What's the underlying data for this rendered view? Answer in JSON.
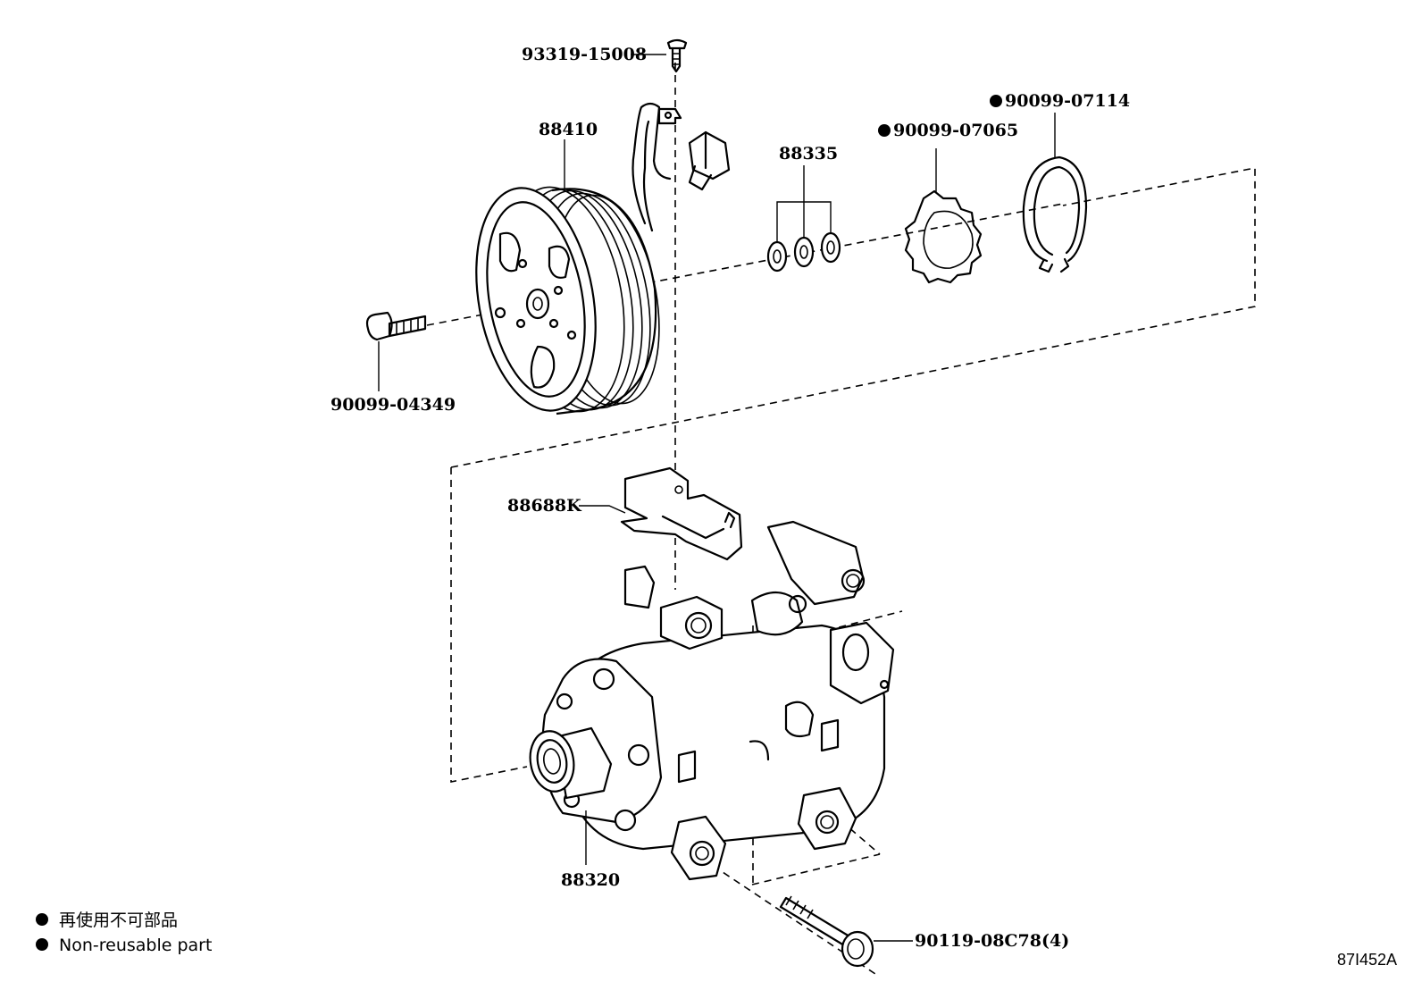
{
  "parts": {
    "p93319": "93319-15008",
    "p88410": "88410",
    "p88335": "88335",
    "p07065": "90099-07065",
    "p07114": "90099-07114",
    "p04349": "90099-04349",
    "p88688K": "88688K",
    "p88320": "88320",
    "p08C78": "90119-08C78(4)"
  },
  "legend": {
    "line1": "再使用不可部品",
    "line2": "Non-reusable part"
  },
  "diagram_code": "87I452A"
}
